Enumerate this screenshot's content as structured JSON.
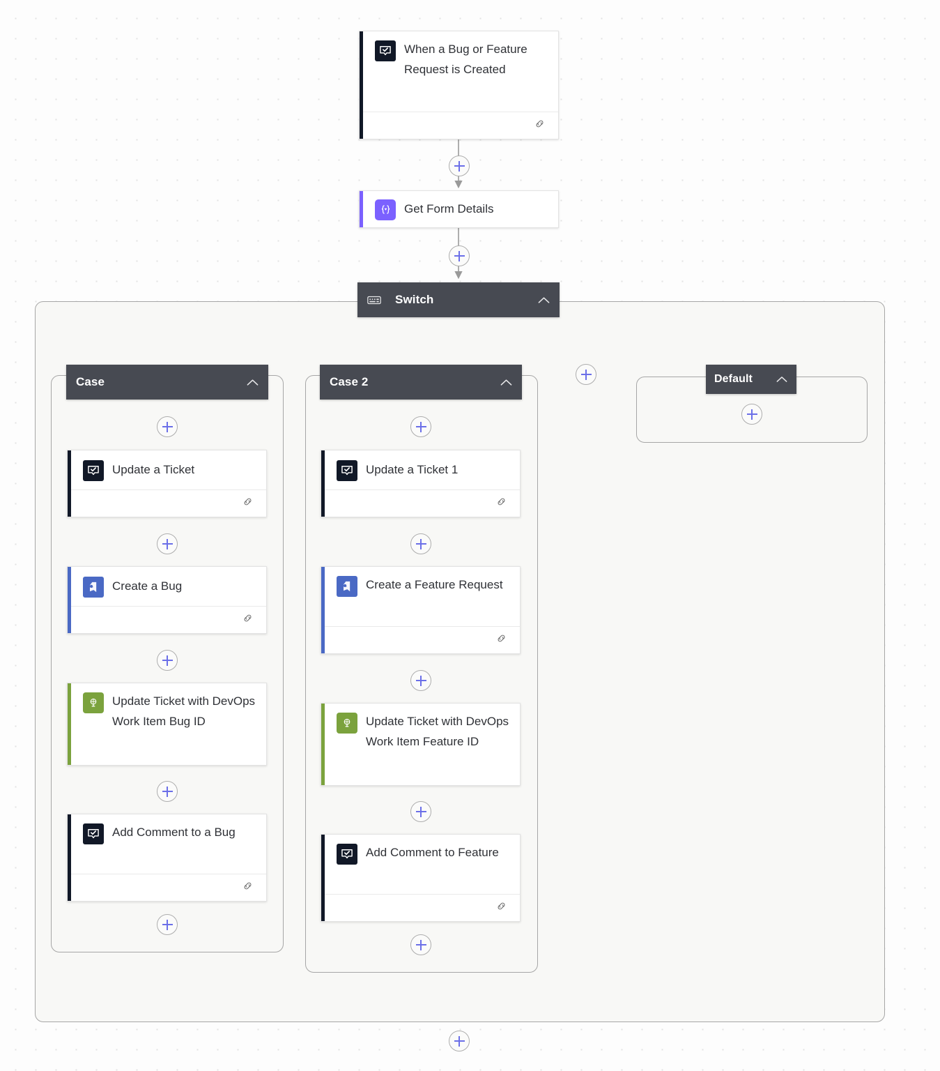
{
  "canvas": {
    "background_color": "#fdfdfd",
    "grid": "dot-grid"
  },
  "palette": {
    "header_dark": "#474a52",
    "accent_black": "#111827",
    "accent_blue": "#4a69c4",
    "accent_green": "#7ba23d",
    "accent_purple": "#7b61ff",
    "plus_blue": "#6b6fe8",
    "container_border": "#a6a6a6",
    "container_fill": "#f8f8f6"
  },
  "trigger": {
    "label": "When a Bug or Feature Request is Created",
    "icon": "freshdesk-comment-check-icon",
    "icon_color": "#111827",
    "accent_color": "#111827",
    "footer_icon": "link-chain-icon"
  },
  "get_form_details": {
    "label": "Get Form Details",
    "icon": "compose-braces-icon",
    "icon_color": "#7b61ff",
    "accent_color": "#7b61ff"
  },
  "switch": {
    "label": "Switch",
    "icon": "switch-keyboard-icon",
    "collapse_icon": "chevron-up-icon"
  },
  "cases": [
    {
      "header": "Case",
      "collapse_icon": "chevron-up-icon",
      "actions": [
        {
          "label": "Update a Ticket",
          "icon": "freshdesk-comment-check-icon",
          "icon_color": "#111827",
          "accent_color": "#111827",
          "footer_icon": "link-chain-icon",
          "has_footer": true
        },
        {
          "label": "Create a Bug",
          "icon": "azure-devops-icon",
          "icon_color": "#4a69c4",
          "accent_color": "#4a69c4",
          "footer_icon": "link-chain-icon",
          "has_footer": true
        },
        {
          "label": "Update Ticket with DevOps Work Item Bug ID",
          "icon": "freshdesk-globe-icon",
          "icon_color": "#7ba23d",
          "accent_color": "#7ba23d",
          "footer_icon": "",
          "has_footer": false
        },
        {
          "label": "Add Comment to a Bug",
          "icon": "freshdesk-comment-check-icon",
          "icon_color": "#111827",
          "accent_color": "#111827",
          "footer_icon": "link-chain-icon",
          "has_footer": true
        }
      ]
    },
    {
      "header": "Case 2",
      "collapse_icon": "chevron-up-icon",
      "actions": [
        {
          "label": "Update a Ticket 1",
          "icon": "freshdesk-comment-check-icon",
          "icon_color": "#111827",
          "accent_color": "#111827",
          "footer_icon": "link-chain-icon",
          "has_footer": true
        },
        {
          "label": "Create a Feature Request",
          "icon": "azure-devops-icon",
          "icon_color": "#4a69c4",
          "accent_color": "#4a69c4",
          "footer_icon": "link-chain-icon",
          "has_footer": true
        },
        {
          "label": "Update Ticket with DevOps Work Item Feature ID",
          "icon": "freshdesk-globe-icon",
          "icon_color": "#7ba23d",
          "accent_color": "#7ba23d",
          "footer_icon": "",
          "has_footer": false
        },
        {
          "label": "Add Comment to Feature",
          "icon": "freshdesk-comment-check-icon",
          "icon_color": "#111827",
          "accent_color": "#111827",
          "footer_icon": "link-chain-icon",
          "has_footer": true
        }
      ]
    }
  ],
  "default_branch": {
    "header": "Default",
    "collapse_icon": "chevron-up-icon",
    "add_label": "+"
  },
  "add_buttons": {
    "tooltip": "+"
  }
}
